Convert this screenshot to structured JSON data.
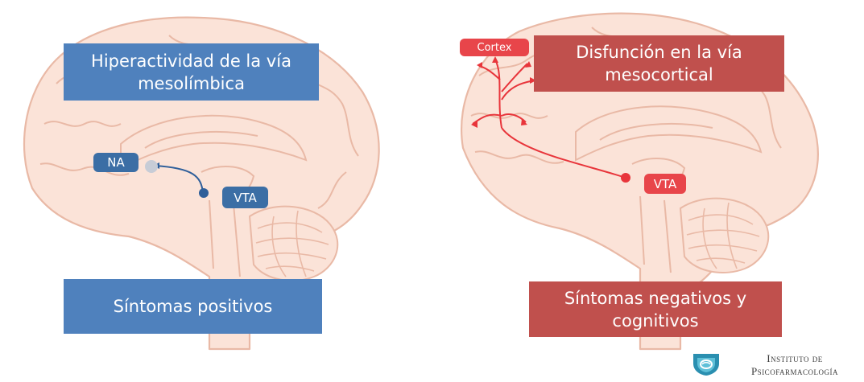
{
  "left": {
    "title": "Hiperactividad  de la vía mesolímbica",
    "result": "Síntomas positivos",
    "labels": {
      "na": "NA",
      "vta": "VTA"
    }
  },
  "right": {
    "title": "Disfunción en la vía mesocortical",
    "result": "Síntomas negativos y cognitivos",
    "labels": {
      "cortex": "Cortex",
      "vta": "VTA"
    }
  },
  "logo": {
    "line1": "Instituto de",
    "line2": "Psicofarmacología"
  },
  "colors": {
    "blue_box": "#4f81bd",
    "red_box": "#c0504d",
    "blue_pathway": "#2f5f9a",
    "red_pathway": "#e8353b",
    "brain_fill": "#fbe3d8",
    "brain_stroke": "#e9b9a6"
  }
}
